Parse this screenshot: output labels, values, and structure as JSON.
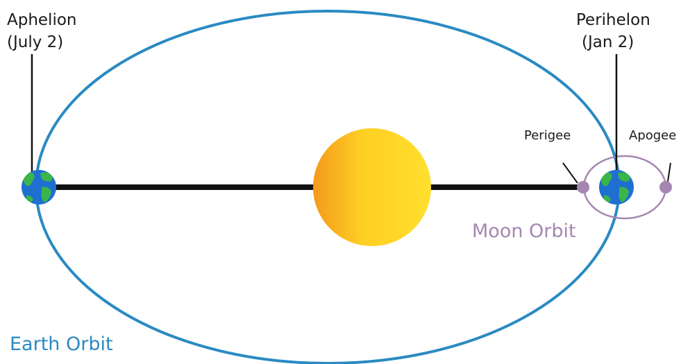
{
  "labels": {
    "aphelion_line1": "Aphelion",
    "aphelion_line2": "(July 2)",
    "perihelion_line1": "Perihelon",
    "perihelion_line2": "(Jan 2)",
    "perigee": "Perigee",
    "apogee": "Apogee",
    "moon_orbit": "Moon Orbit",
    "earth_orbit": "Earth Orbit"
  },
  "colors": {
    "earth_orbit": "#2a8ac2",
    "moon_orbit": "#a586b1",
    "moon": "#a586b1",
    "axis_line": "#111111",
    "sun_light": "#ffd92a",
    "sun_dark": "#f39a1b",
    "earth_ocean": "#1f6fd1",
    "earth_land": "#3ab54a"
  },
  "icons": {
    "earth": "earth-globe-icon",
    "sun": "sun-icon",
    "moon": "moon-icon"
  }
}
